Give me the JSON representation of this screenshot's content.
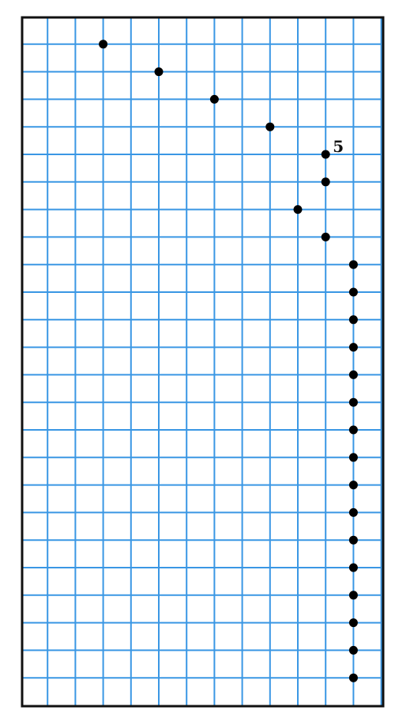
{
  "grid": {
    "columns": 13,
    "rows": 24,
    "line_color": "#3a97e4",
    "border_color": "#111111"
  },
  "dots": {
    "color": "#000000",
    "points": [
      {
        "col": 3,
        "row": 1
      },
      {
        "col": 5,
        "row": 2
      },
      {
        "col": 7,
        "row": 3
      },
      {
        "col": 9,
        "row": 4
      },
      {
        "col": 11,
        "row": 5
      },
      {
        "col": 11,
        "row": 6
      },
      {
        "col": 10,
        "row": 7
      },
      {
        "col": 11,
        "row": 8
      },
      {
        "col": 12,
        "row": 9
      },
      {
        "col": 12,
        "row": 10
      },
      {
        "col": 12,
        "row": 11
      },
      {
        "col": 12,
        "row": 12
      },
      {
        "col": 12,
        "row": 13
      },
      {
        "col": 12,
        "row": 14
      },
      {
        "col": 12,
        "row": 15
      },
      {
        "col": 12,
        "row": 16
      },
      {
        "col": 12,
        "row": 17
      },
      {
        "col": 12,
        "row": 18
      },
      {
        "col": 12,
        "row": 19
      },
      {
        "col": 12,
        "row": 20
      },
      {
        "col": 12,
        "row": 21
      },
      {
        "col": 12,
        "row": 22
      },
      {
        "col": 12,
        "row": 23
      },
      {
        "col": 12,
        "row": 24
      }
    ]
  },
  "labels": [
    {
      "text": "5",
      "col": 11,
      "row": 5
    }
  ]
}
